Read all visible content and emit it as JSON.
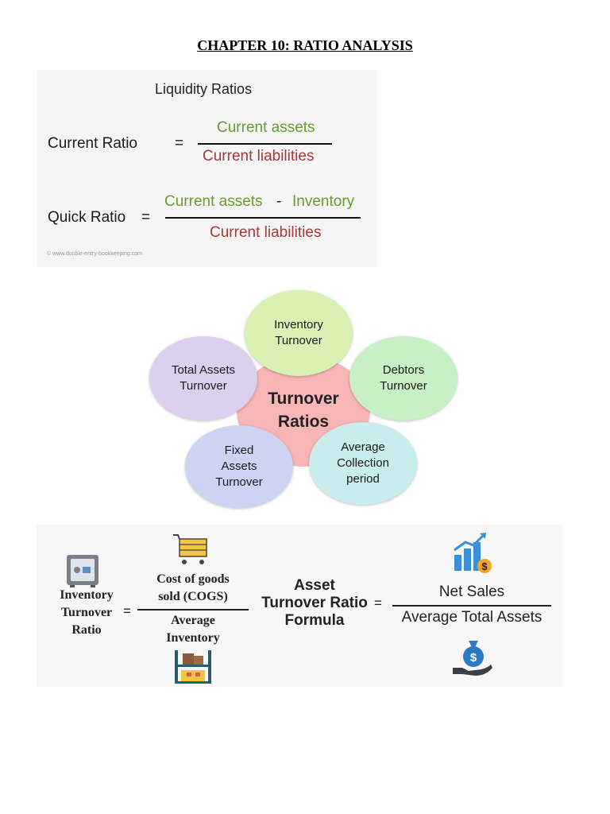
{
  "page": {
    "title": "CHAPTER 10: RATIO ANALYSIS"
  },
  "liquidity": {
    "heading": "Liquidity Ratios",
    "current_ratio": {
      "label": "Current Ratio",
      "equals": "=",
      "numerator": "Current assets",
      "denominator": "Current liabilities"
    },
    "quick_ratio": {
      "label": "Quick Ratio",
      "equals": "=",
      "numerator_a": "Current assets",
      "minus": "-",
      "numerator_b": "Inventory",
      "denominator": "Current liabilities"
    },
    "credit": "© www.double-entry-bookkeeping.com",
    "colors": {
      "numerator": "#6b9a31",
      "denominator": "#a33a3a"
    }
  },
  "turnover_diagram": {
    "center_line1": "Turnover",
    "center_line2": "Ratios",
    "bubbles": [
      {
        "line1": "Inventory",
        "line2": "Turnover",
        "line3": "",
        "color": "#d9f2b3"
      },
      {
        "line1": "Debtors",
        "line2": "Turnover",
        "line3": "",
        "color": "#c7f0c7"
      },
      {
        "line1": "Average",
        "line2": "Collection",
        "line3": "period",
        "color": "#c9ecec"
      },
      {
        "line1": "Fixed",
        "line2": "Assets",
        "line3": "Turnover",
        "color": "#cdd3f2"
      },
      {
        "line1": "Total Assets",
        "line2": "Turnover",
        "line3": "",
        "color": "#dcd0ee"
      }
    ],
    "center_color": "#f7b5b5"
  },
  "formulas": {
    "inventory_turnover": {
      "label_line1": "Inventory",
      "label_line2": "Turnover",
      "label_line3": "Ratio",
      "equals": "=",
      "numerator_line1": "Cost of goods",
      "numerator_line2": "sold (COGS)",
      "denominator_line1": "Average",
      "denominator_line2": "Inventory"
    },
    "asset_turnover": {
      "label_line1": "Asset",
      "label_line2": "Turnover Ratio",
      "label_line3": "Formula",
      "equals": "=",
      "numerator": "Net Sales",
      "denominator": "Average Total Assets"
    },
    "icons": [
      "safe-icon",
      "shopping-cart-icon",
      "warehouse-shelf-icon",
      "growth-chart-icon",
      "money-bag-hand-icon"
    ]
  }
}
